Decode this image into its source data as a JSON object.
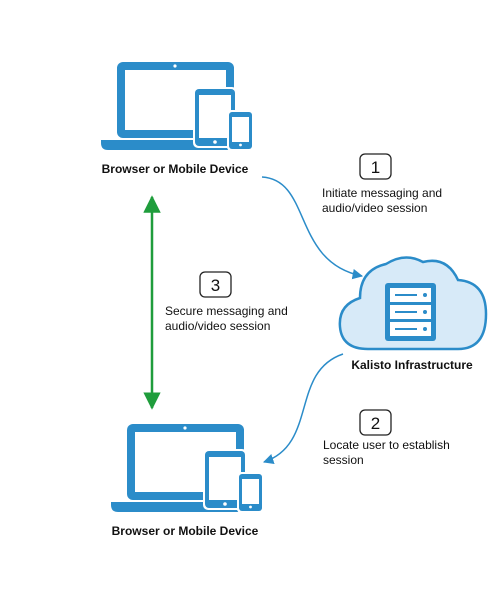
{
  "colors": {
    "device_blue": "#2b8cc9",
    "flow_arrow": "#2b8cc9",
    "secure_arrow": "#1f9d3c",
    "cloud_fill": "#d7eaf8",
    "cloud_stroke": "#2b8cc9",
    "server_fill": "#2b8cc9"
  },
  "nodes": {
    "top_device": {
      "label": "Browser or Mobile Device",
      "icon": "laptop-tablet-phone-icon"
    },
    "bottom_device": {
      "label": "Browser or Mobile Device",
      "icon": "laptop-tablet-phone-icon"
    },
    "infrastructure": {
      "label": "Kalisto Infrastructure",
      "icon": "cloud-server-icon"
    }
  },
  "steps": [
    {
      "number": "1",
      "lines": [
        "Initiate messaging and",
        "audio/video session"
      ]
    },
    {
      "number": "2",
      "lines": [
        "Locate user to establish",
        "session"
      ]
    },
    {
      "number": "3",
      "lines": [
        "Secure messaging and",
        "audio/video session"
      ]
    }
  ]
}
